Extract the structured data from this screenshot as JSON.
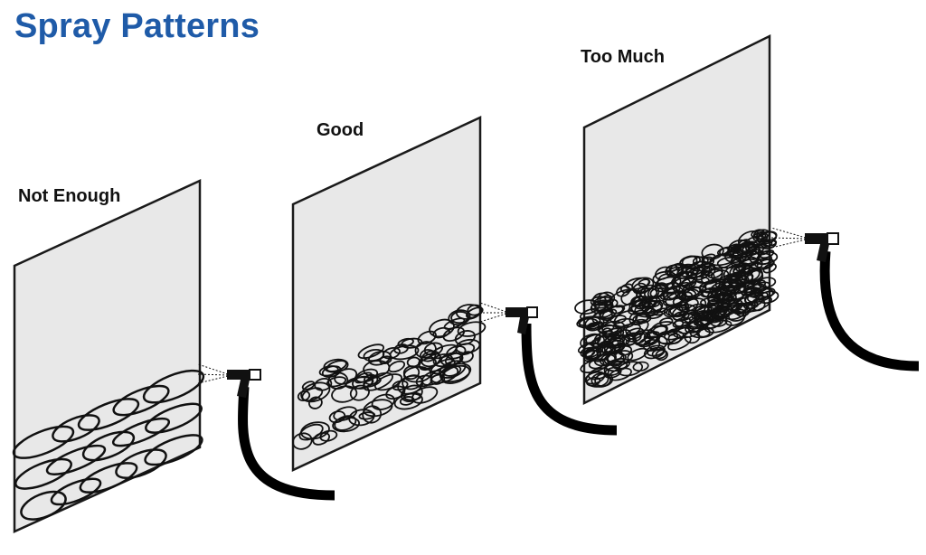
{
  "title": "Spray Patterns",
  "panels": [
    {
      "label": "Not Enough",
      "density": "low"
    },
    {
      "label": "Good",
      "density": "medium"
    },
    {
      "label": "Too Much",
      "density": "high"
    }
  ],
  "colors": {
    "title": "#1f5ba8",
    "panel_fill": "#e8e8e8",
    "ink": "#111111"
  },
  "icons": [
    "spray-gun-icon",
    "hose-icon"
  ]
}
